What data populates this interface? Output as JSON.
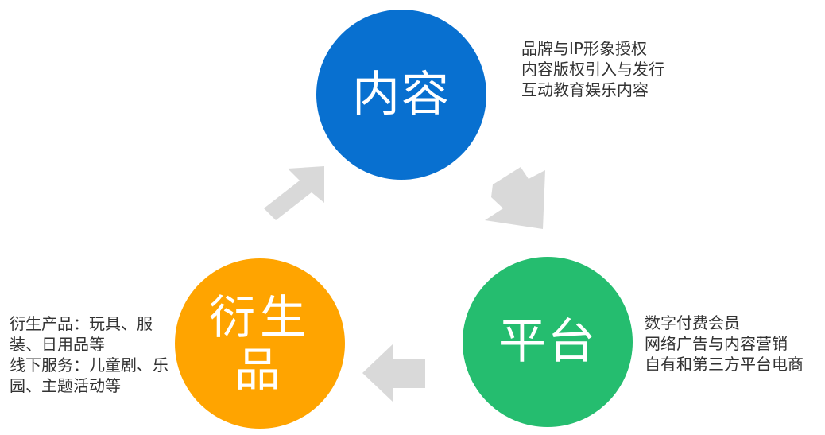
{
  "colors": {
    "content": "#0870d0",
    "platform": "#25bd6f",
    "derivative": "#ffa400",
    "arrow": "#d9d9d9"
  },
  "nodes": {
    "content": {
      "label": "内容",
      "notes": [
        "品牌与IP形象授权",
        "内容版权引入与发行",
        "互动教育娱乐内容"
      ]
    },
    "platform": {
      "label": "平台",
      "notes": [
        "数字付费会员",
        "网络广告与内容营销",
        "自有和第三方平台电商"
      ]
    },
    "derivative": {
      "label": "衍生品",
      "notes": [
        "衍生产品：玩具、服装、日用品等",
        "线下服务：儿童剧、乐园、主题活动等"
      ]
    }
  }
}
